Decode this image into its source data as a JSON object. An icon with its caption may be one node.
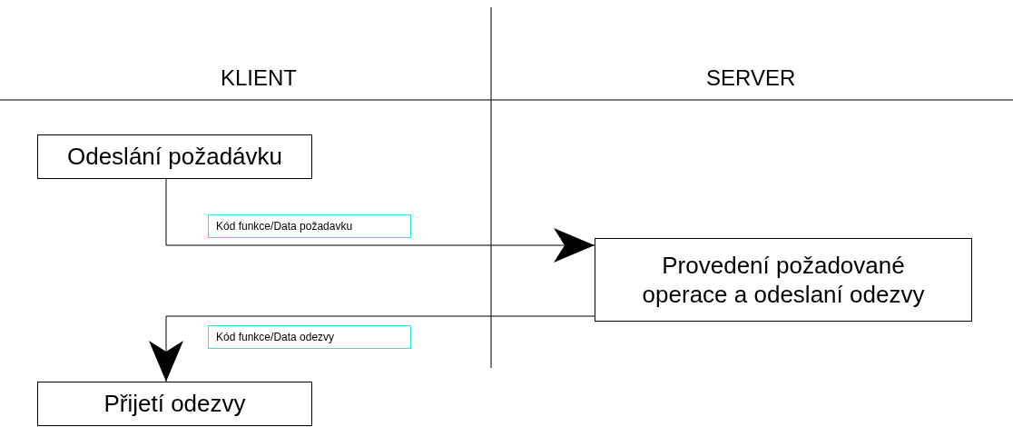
{
  "diagram": {
    "nodes": [
      {
        "text": [
          "Odeslání požadávku"
        ]
      },
      {
        "text": [
          "Provedení požadované operace a odeslaní odezvy"
        ]
      },
      {
        "text": [
          "Přijetí odezvy"
        ]
      }
    ],
    "edges": [
      {
        "from": 0,
        "to": 1,
        "arrow": "to",
        "label": "Kód funkce/Data požadavku"
      },
      {
        "from": 1,
        "to": 2,
        "arrow": "to",
        "label": "Kód funkce/Data odezvy"
      }
    ],
    "labels": [
      "KLIENT",
      "SERVER"
    ]
  }
}
